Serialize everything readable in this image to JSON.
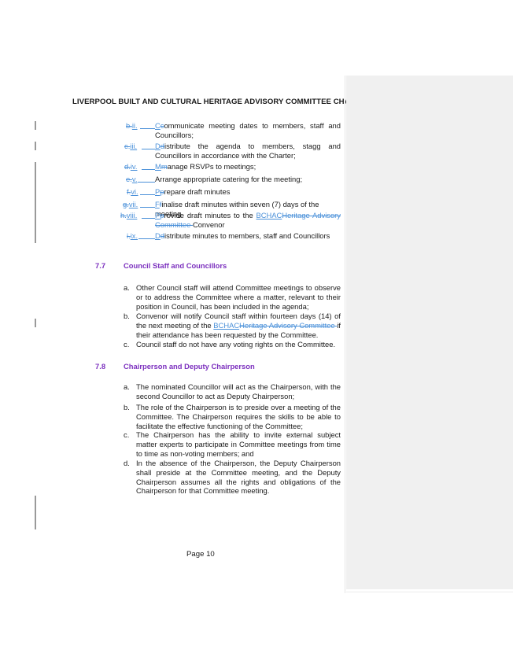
{
  "header": {
    "title": "LIVERPOOL BUILT AND CULTURAL HERITAGE ADVISORY COMMITTEE CHARTER"
  },
  "numbered_list": [
    {
      "old_num": "b.",
      "new_num": "ii.",
      "text_deleted_char": "C",
      "text_inserted_char": "c",
      "text_prefix_ins": "C",
      "text_prefix_del": "c",
      "text": "ommunicate meeting dates to members, staff and Councillors;"
    },
    {
      "old_num": "c.",
      "new_num": "iii.",
      "text_prefix_ins": "D",
      "text_prefix_del": "d",
      "text": "istribute the agenda to members, stagg and Councillors in accordance with the Charter;"
    },
    {
      "old_num": "d.",
      "new_num": "iv.",
      "text_prefix_ins": "M",
      "text_prefix_del": "m",
      "text": "anage RSVPs to meetings;"
    },
    {
      "old_num": "e.",
      "new_num": "v.",
      "text_prefix_ins": "",
      "text_prefix_del": "",
      "text": "Arrange appropriate catering for the meeting;"
    },
    {
      "old_num": "f.",
      "new_num": "vi.",
      "text_prefix_ins": "P",
      "text_prefix_del": "p",
      "text": "repare draft minutes"
    },
    {
      "old_num": "g.",
      "new_num": "vii.",
      "text_prefix_ins": "F",
      "text_prefix_del": "f",
      "text": "inalise draft minutes within seven (7) days of the meeting"
    },
    {
      "old_num": "h.",
      "new_num": "viii.",
      "text_prefix_ins": "P",
      "text_prefix_del": "p",
      "text_a": "rovide draft minutes to the ",
      "ins_abbrev": "BCHAC",
      "del_phrase": "Heritage Advisory Committee ",
      "text_b": "Convenor"
    },
    {
      "old_num": "i.",
      "new_num": "ix.",
      "text_prefix_ins": "D",
      "text_prefix_del": "d",
      "text": "istribute minutes to members, staff and Councillors"
    }
  ],
  "sections": [
    {
      "number": "7.7",
      "title": "Council Staff and Councillors",
      "items": [
        {
          "label": "a.",
          "text": "Other Council staff will attend Committee meetings to observe or to address the Committee where a matter, relevant to their position in Council, has been included in the agenda;"
        },
        {
          "label": "b.",
          "text_a": "Convenor will notify Council staff within fourteen days (14) of the next meeting of the ",
          "ins_abbrev": "BCHAC",
          "del_phrase": "Heritage Advisory Committee ",
          "text_b": "if their attendance has been requested by the Committee."
        },
        {
          "label": "c.",
          "text": "Council staff do not have any voting rights on the Committee."
        }
      ]
    },
    {
      "number": "7.8",
      "title": "Chairperson and Deputy Chairperson",
      "items": [
        {
          "label": "a.",
          "text": "The nominated Councillor will act as the Chairperson, with the second Councillor to act as Deputy Chairperson;"
        },
        {
          "label": "b.",
          "text": "The role of the Chairperson is to preside over a meeting of the Committee. The Chairperson requires the skills to be able to facilitate the effective functioning of the Committee;"
        },
        {
          "label": "c.",
          "text": "The Chairperson has the ability to invite external subject matter experts to participate in Committee meetings from time to time as non-voting members; and"
        },
        {
          "label": "d.",
          "text": "In the absence of the Chairperson, the Deputy Chairperson shall preside at the Committee meeting, and the Deputy Chairperson assumes all the rights and obligations of the Chairperson for that Committee meeting."
        }
      ]
    }
  ],
  "footer": {
    "page_label": "Page 10"
  },
  "colors": {
    "tracked_change": "#4a90d9",
    "section_heading": "#7b2fbe",
    "change_bar": "#9a9a9a",
    "balloon_pane": "#f0f0f0"
  }
}
